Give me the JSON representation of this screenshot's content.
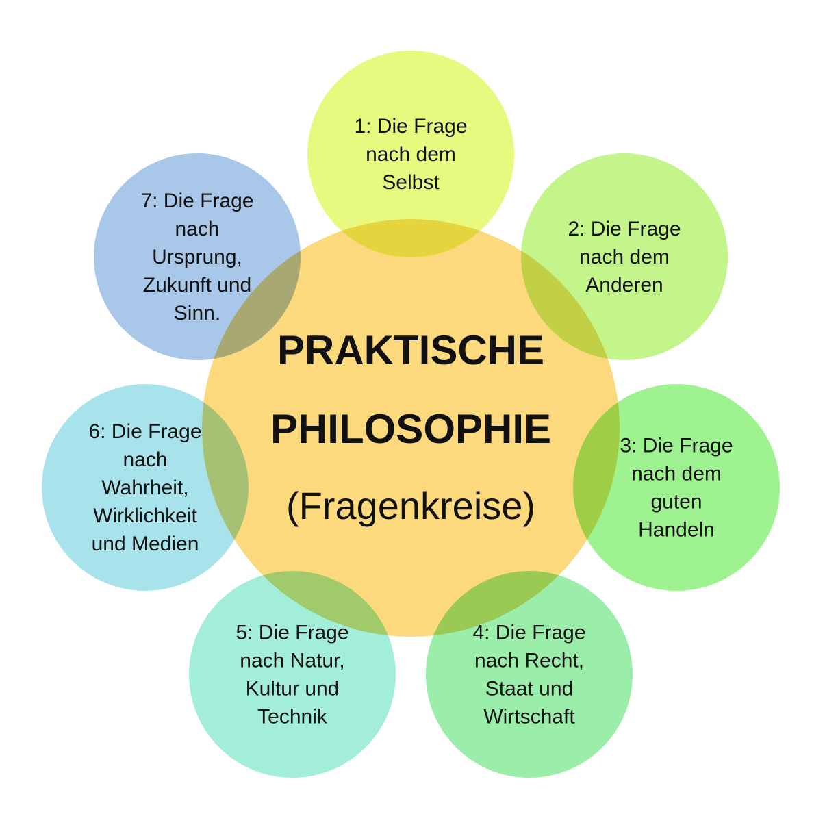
{
  "colors": {
    "center": "#FDD97D",
    "c1": "#E8F97F",
    "c2": "#C3F58B",
    "c3": "#9EF28F",
    "c4": "#9BEEAA",
    "c5": "#A2EED8",
    "c6": "#A8E3EC",
    "c7": "#A9C7E8"
  },
  "center": {
    "line1": "PRAKTISCHE",
    "line2": "PHILOSOPHIE",
    "line3": "(Fragenkreise)"
  },
  "circles": [
    {
      "lines": [
        "1: Die Frage",
        "nach dem",
        "Selbst"
      ]
    },
    {
      "lines": [
        "2: Die Frage",
        "nach dem",
        "Anderen"
      ]
    },
    {
      "lines": [
        "3: Die Frage",
        "nach dem",
        "guten",
        "Handeln"
      ]
    },
    {
      "lines": [
        "4: Die Frage",
        "nach Recht,",
        "Staat und",
        "Wirtschaft"
      ]
    },
    {
      "lines": [
        "5: Die Frage",
        "nach Natur,",
        "Kultur und",
        "Technik"
      ]
    },
    {
      "lines": [
        "6: Die Frage",
        "nach",
        "Wahrheit,",
        "Wirklichkeit",
        "und Medien"
      ]
    },
    {
      "lines": [
        "7: Die Frage",
        "nach",
        "Ursprung,",
        "Zukunft und",
        "Sinn."
      ]
    }
  ]
}
